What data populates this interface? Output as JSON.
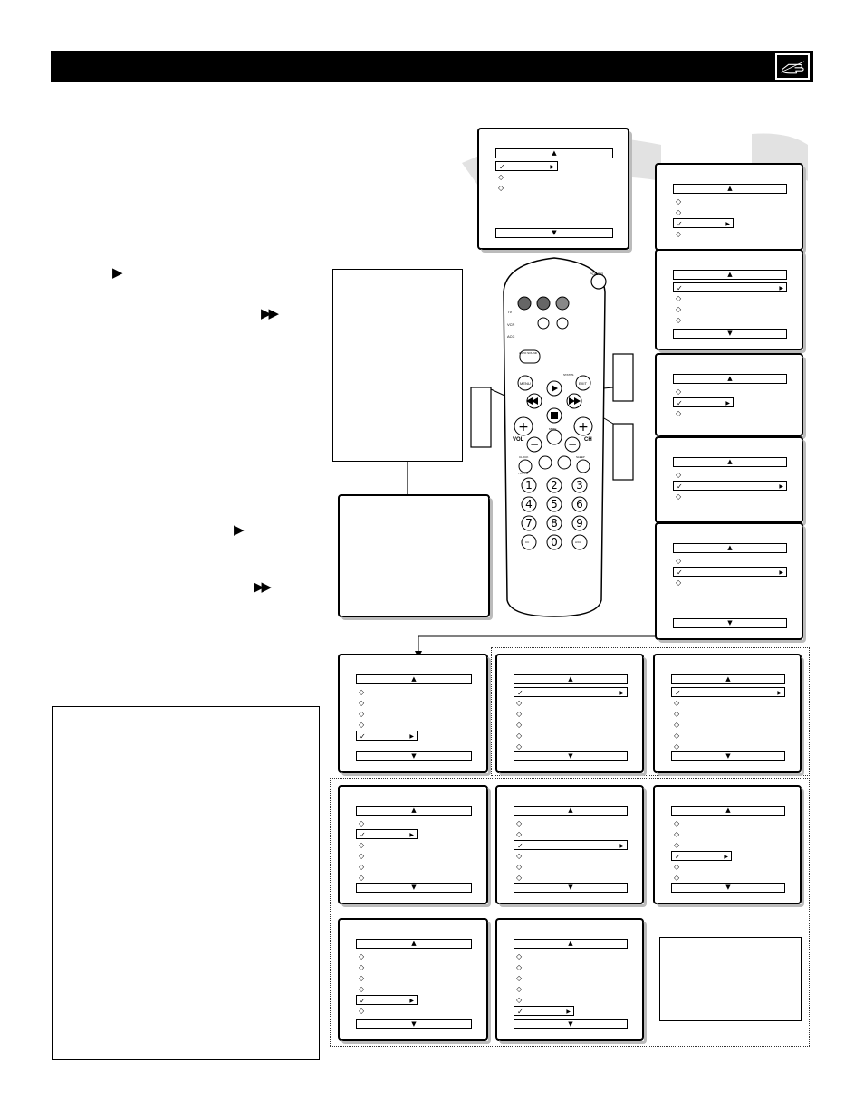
{
  "header": {
    "icon": "pointing-hand-icon"
  },
  "glyphs": {
    "play": "▶",
    "fast_forward": "▶▶"
  },
  "remote": {
    "power_label": "POWER",
    "mode_labels": [
      "TV",
      "VCR",
      "ACC"
    ],
    "auto_sound_label": "AUTO SOUND",
    "menu_label": "MENU",
    "exit_label": "EXIT",
    "status_label": "STATUS",
    "mute_label": "MUTE",
    "vol_label": "VOL",
    "ch_label": "CH",
    "clock_label": "CLOCK",
    "sleep_label": "SLEEP",
    "tvvcr_label": "TV/VCR",
    "digits": [
      "1",
      "2",
      "3",
      "4",
      "5",
      "6",
      "7",
      "8",
      "9",
      "CC",
      "0",
      "A/CH"
    ]
  },
  "colors": {
    "header_bar": "#000000",
    "shadow_arc": "#d9d9d9"
  }
}
